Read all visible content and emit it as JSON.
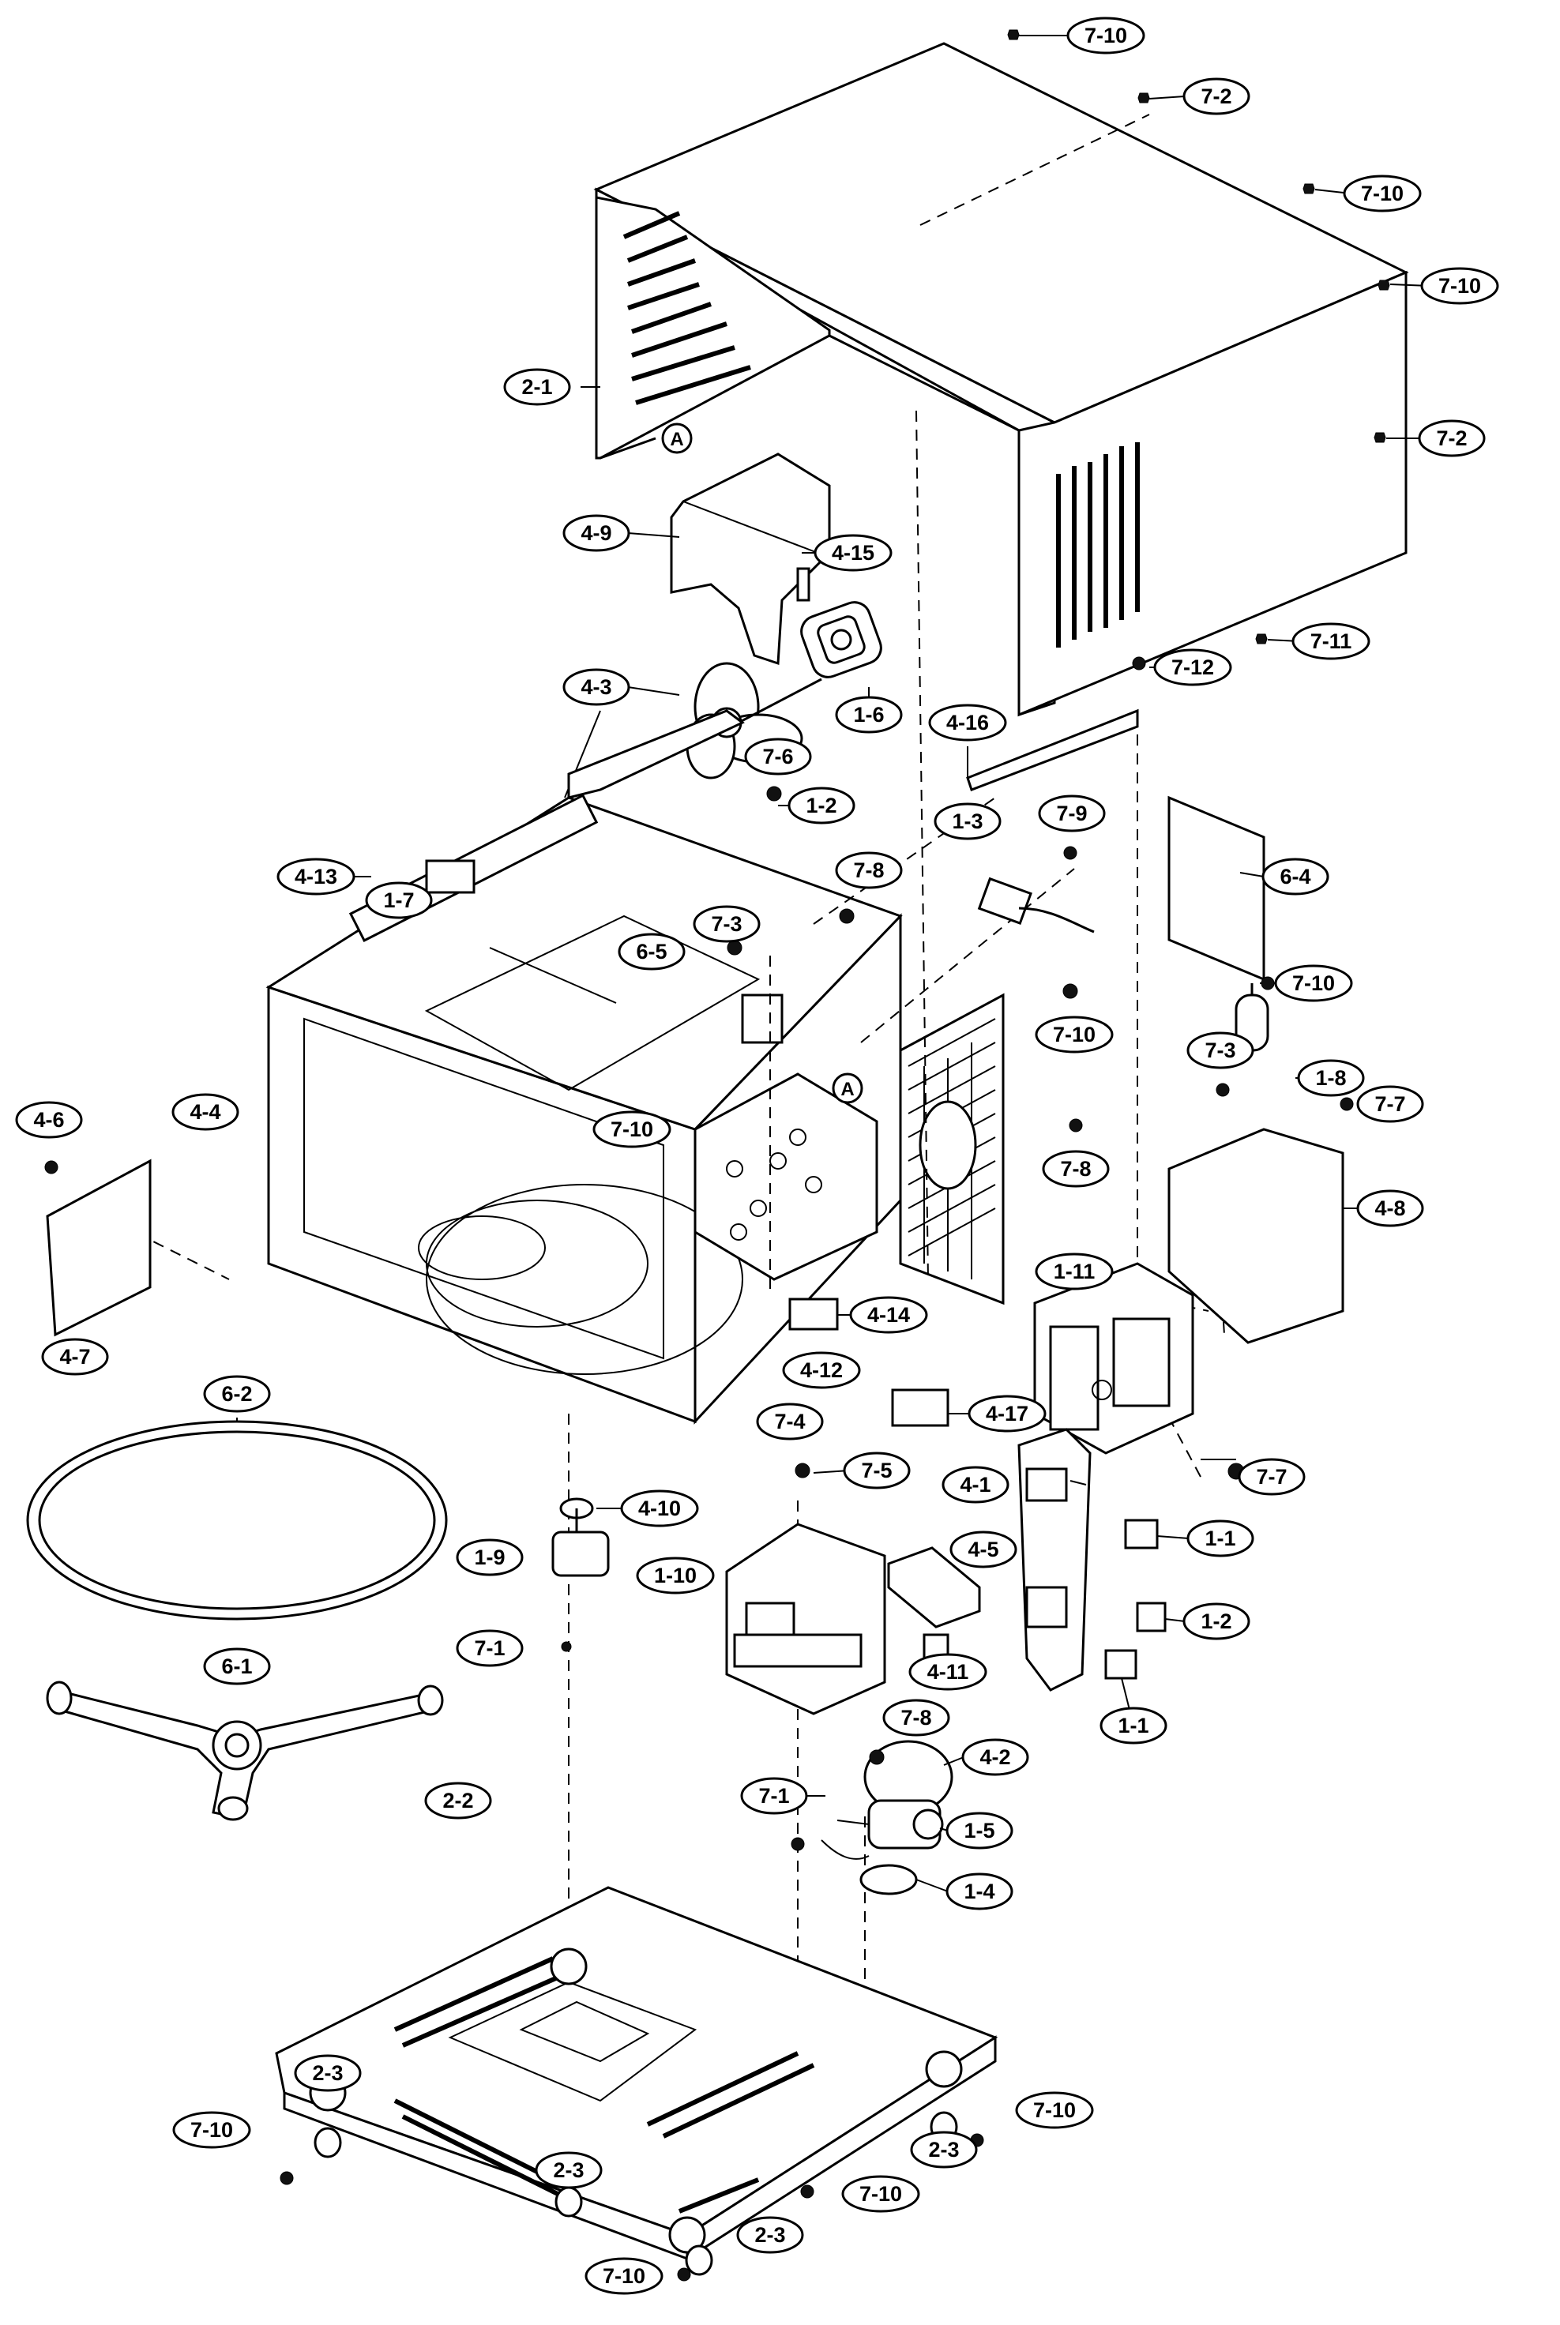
{
  "diagram": {
    "callouts": [
      {
        "id": "c-7-10-a",
        "label": "7-10"
      },
      {
        "id": "c-7-2-a",
        "label": "7-2"
      },
      {
        "id": "c-7-10-b",
        "label": "7-10"
      },
      {
        "id": "c-7-10-c",
        "label": "7-10"
      },
      {
        "id": "c-2-1",
        "label": "2-1"
      },
      {
        "id": "c-7-2-b",
        "label": "7-2"
      },
      {
        "id": "c-a-1",
        "label": "A"
      },
      {
        "id": "c-4-9",
        "label": "4-9"
      },
      {
        "id": "c-4-15",
        "label": "4-15"
      },
      {
        "id": "c-7-11",
        "label": "7-11"
      },
      {
        "id": "c-4-3",
        "label": "4-3"
      },
      {
        "id": "c-1-6",
        "label": "1-6"
      },
      {
        "id": "c-7-12",
        "label": "7-12"
      },
      {
        "id": "c-4-16",
        "label": "4-16"
      },
      {
        "id": "c-7-6",
        "label": "7-6"
      },
      {
        "id": "c-1-2-a",
        "label": "1-2"
      },
      {
        "id": "c-1-3",
        "label": "1-3"
      },
      {
        "id": "c-7-9",
        "label": "7-9"
      },
      {
        "id": "c-4-13",
        "label": "4-13"
      },
      {
        "id": "c-1-7",
        "label": "1-7"
      },
      {
        "id": "c-7-8-a",
        "label": "7-8"
      },
      {
        "id": "c-6-4",
        "label": "6-4"
      },
      {
        "id": "c-7-3-a",
        "label": "7-3"
      },
      {
        "id": "c-6-5",
        "label": "6-5"
      },
      {
        "id": "c-7-10-d",
        "label": "7-10"
      },
      {
        "id": "c-7-10-e",
        "label": "7-10"
      },
      {
        "id": "c-1-8",
        "label": "1-8"
      },
      {
        "id": "c-7-3-b",
        "label": "7-3"
      },
      {
        "id": "c-7-7-a",
        "label": "7-7"
      },
      {
        "id": "c-4-6",
        "label": "4-6"
      },
      {
        "id": "c-4-4",
        "label": "4-4"
      },
      {
        "id": "c-7-10-f",
        "label": "7-10"
      },
      {
        "id": "c-a-2",
        "label": "A"
      },
      {
        "id": "c-7-8-b",
        "label": "7-8"
      },
      {
        "id": "c-4-8",
        "label": "4-8"
      },
      {
        "id": "c-1-11",
        "label": "1-11"
      },
      {
        "id": "c-4-14",
        "label": "4-14"
      },
      {
        "id": "c-4-7",
        "label": "4-7"
      },
      {
        "id": "c-4-12",
        "label": "4-12"
      },
      {
        "id": "c-6-2",
        "label": "6-2"
      },
      {
        "id": "c-7-4",
        "label": "7-4"
      },
      {
        "id": "c-4-17",
        "label": "4-17"
      },
      {
        "id": "c-7-5",
        "label": "7-5"
      },
      {
        "id": "c-4-1",
        "label": "4-1"
      },
      {
        "id": "c-7-7-b",
        "label": "7-7"
      },
      {
        "id": "c-4-10",
        "label": "4-10"
      },
      {
        "id": "c-1-1-a",
        "label": "1-1"
      },
      {
        "id": "c-4-5",
        "label": "4-5"
      },
      {
        "id": "c-1-9",
        "label": "1-9"
      },
      {
        "id": "c-1-10",
        "label": "1-10"
      },
      {
        "id": "c-1-2-b",
        "label": "1-2"
      },
      {
        "id": "c-7-1-a",
        "label": "7-1"
      },
      {
        "id": "c-4-11",
        "label": "4-11"
      },
      {
        "id": "c-1-1-b",
        "label": "1-1"
      },
      {
        "id": "c-6-1",
        "label": "6-1"
      },
      {
        "id": "c-7-8-c",
        "label": "7-8"
      },
      {
        "id": "c-4-2",
        "label": "4-2"
      },
      {
        "id": "c-2-2",
        "label": "2-2"
      },
      {
        "id": "c-7-1-b",
        "label": "7-1"
      },
      {
        "id": "c-1-5",
        "label": "1-5"
      },
      {
        "id": "c-1-4",
        "label": "1-4"
      },
      {
        "id": "c-2-3-a",
        "label": "2-3"
      },
      {
        "id": "c-7-10-g",
        "label": "7-10"
      },
      {
        "id": "c-7-10-h",
        "label": "7-10"
      },
      {
        "id": "c-2-3-b",
        "label": "2-3"
      },
      {
        "id": "c-2-3-c",
        "label": "2-3"
      },
      {
        "id": "c-7-10-i",
        "label": "7-10"
      },
      {
        "id": "c-2-3-d",
        "label": "2-3"
      },
      {
        "id": "c-7-10-j",
        "label": "7-10"
      }
    ]
  }
}
